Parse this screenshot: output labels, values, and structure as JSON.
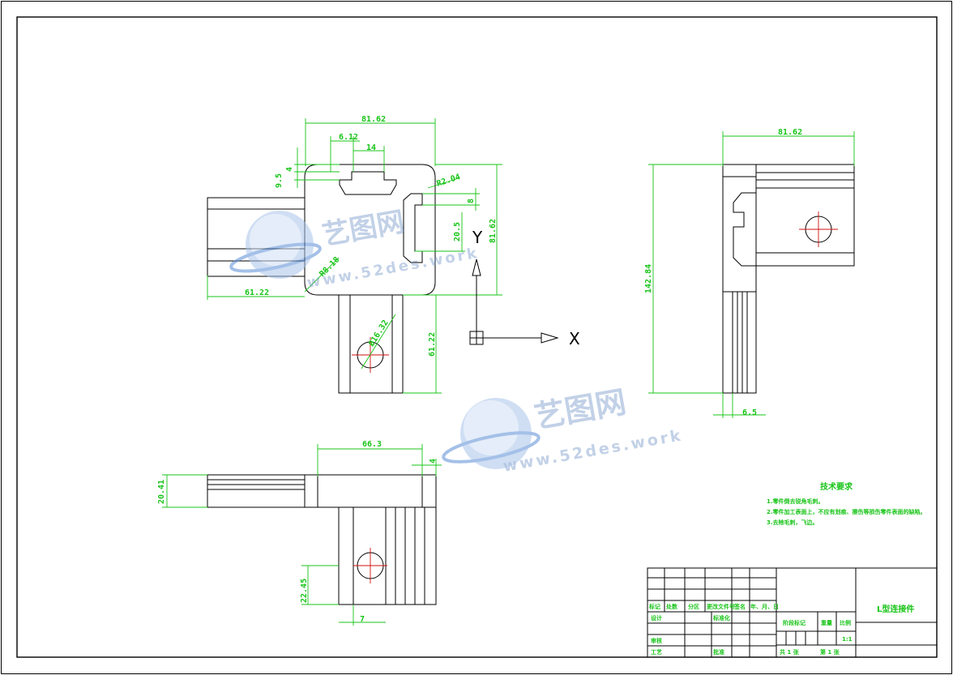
{
  "dimensions": {
    "top_width": "81.62",
    "slot_width": "6.12",
    "slot_offset": "14",
    "edge_4": "4",
    "edge_95": "9.5",
    "radius": "R2.04",
    "depth_8": "8",
    "slot_205": "20.5",
    "height_8162": "81.62",
    "left_ext": "61.22",
    "r86": "R8.18",
    "hole_dia": "Ø16.32",
    "bottom_ext": "61.22",
    "side_width": "81.62",
    "side_height": "142.84",
    "side_thick": "6.5",
    "front_width": "66.3",
    "front_edge": "4",
    "front_height": "20.41",
    "hole_center": "22.45",
    "front_bottom": "7"
  },
  "axis": {
    "x": "X",
    "y": "Y"
  },
  "tech": {
    "title": "技术要求",
    "notes": [
      "1.零件倒去锐角毛刺。",
      "2.零件加工表面上，不应有划痕、擦伤等损伤零件表面的缺陷。",
      "3.去除毛刺，飞边。"
    ]
  },
  "titleblock": {
    "part_name": "L型连接件",
    "scale": "1:1",
    "row_labels": [
      "标记",
      "处数",
      "分区",
      "更改文件号",
      "签名",
      "年、月、日"
    ],
    "design": "设计",
    "standard": "标准化",
    "check": "审核",
    "process": "工艺",
    "approve": "批准",
    "stage_mark": "阶段标记",
    "weight": "重量",
    "ratio": "比例",
    "sheets": "共 1 张",
    "sheet_no": "第 1 张"
  },
  "watermark": {
    "brand": "艺图网",
    "url": "www.52des.work"
  }
}
